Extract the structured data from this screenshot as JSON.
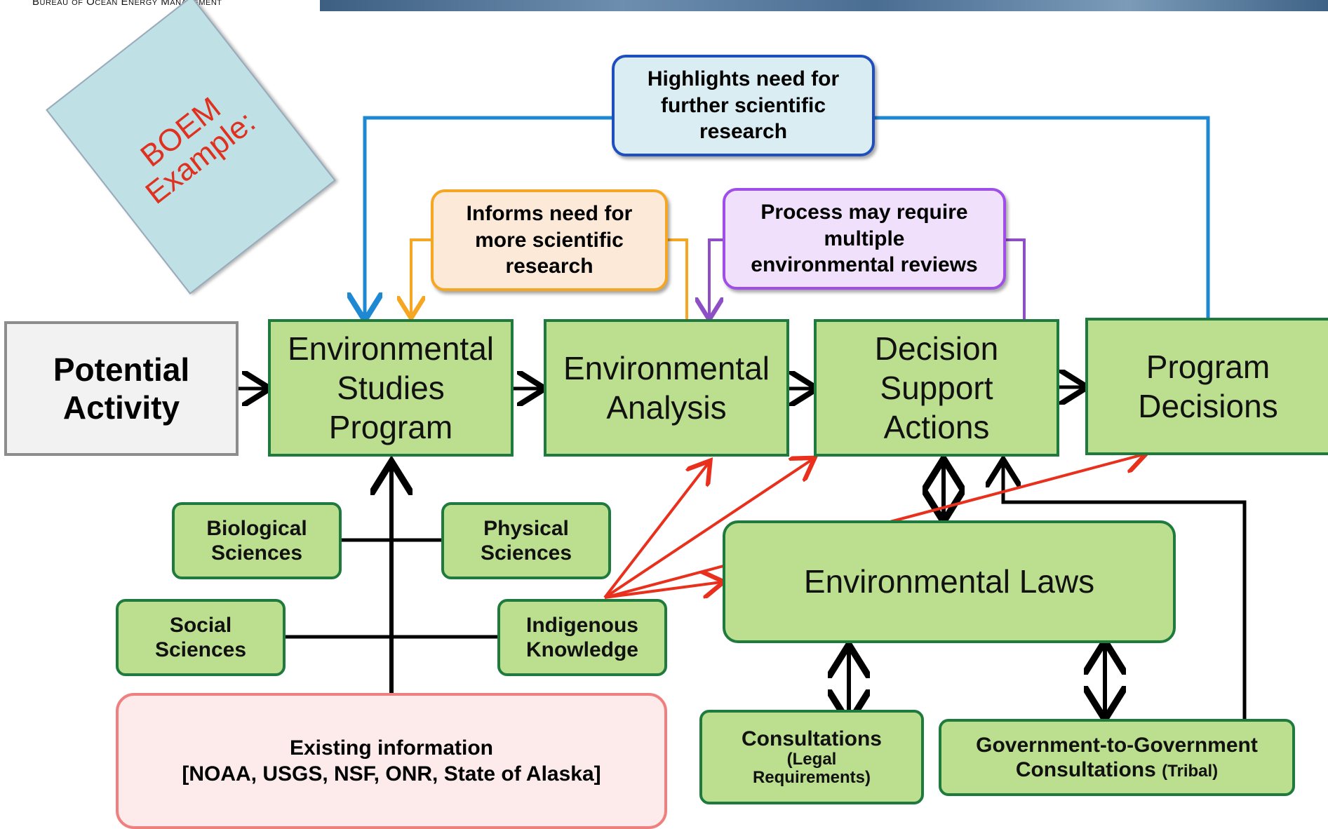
{
  "header": {
    "agency_name": "Bureau of Ocean Energy Management"
  },
  "sticker": {
    "line1": "BOEM",
    "line2": "Example:"
  },
  "notes": {
    "scientific_research": {
      "line1": "Highlights need for",
      "line2": "further scientific",
      "line3": "research"
    },
    "more_research": {
      "line1": "Informs need for",
      "line2": "more scientific",
      "line3": "research"
    },
    "multiple_reviews": {
      "line1": "Process may require",
      "line2": "multiple",
      "line3": "environmental reviews"
    }
  },
  "flow": {
    "potential_activity": {
      "line1": "Potential",
      "line2": "Activity"
    },
    "env_studies": {
      "line1": "Environmental",
      "line2": "Studies",
      "line3": "Program"
    },
    "env_analysis": {
      "line1": "Environmental",
      "line2": "Analysis"
    },
    "decision_support": {
      "line1": "Decision",
      "line2": "Support",
      "line3": "Actions"
    },
    "program_decisions": {
      "line1": "Program",
      "line2": "Decisions"
    }
  },
  "sciences": {
    "biological": {
      "line1": "Biological",
      "line2": "Sciences"
    },
    "physical": {
      "line1": "Physical",
      "line2": "Sciences"
    },
    "social": {
      "line1": "Social",
      "line2": "Sciences"
    },
    "indigenous": {
      "line1": "Indigenous",
      "line2": "Knowledge"
    }
  },
  "laws": {
    "environmental_laws": "Environmental Laws",
    "consultations": {
      "line1": "Consultations",
      "line2": "(Legal",
      "line3": "Requirements)"
    },
    "gov_to_gov": {
      "line1": "Government-to-Government",
      "line2": "Consultations",
      "line2_suffix": "(Tribal)"
    }
  },
  "existing_info": {
    "line1": "Existing information",
    "line2": "[NOAA, USGS, NSF, ONR, State of Alaska]"
  },
  "colors": {
    "green_fill": "#bbdf8e",
    "green_border": "#1f7a3d",
    "blue_arrow": "#1e88d2",
    "orange_arrow": "#f5a623",
    "purple_arrow": "#8e4ec6",
    "red_arrow": "#e8301c",
    "black_line": "#000000"
  }
}
